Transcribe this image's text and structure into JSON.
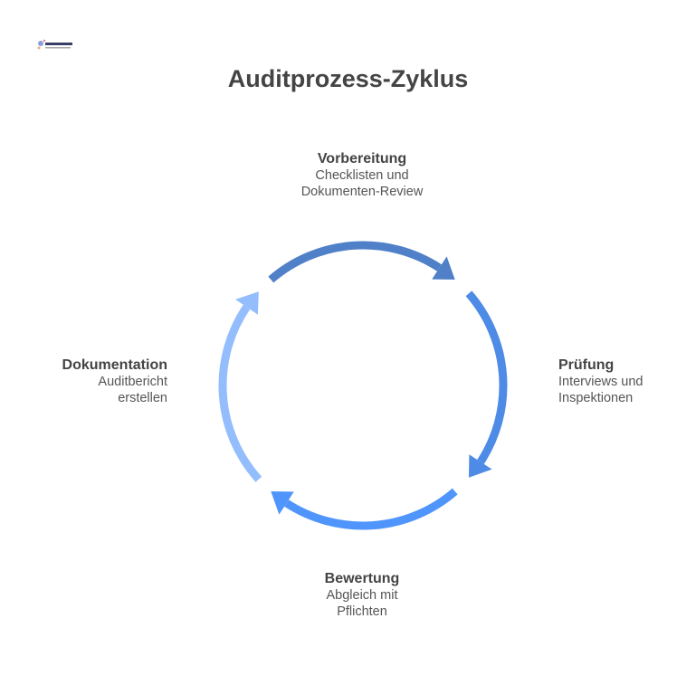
{
  "title": "Auditprozess-Zyklus",
  "steps": [
    {
      "title": "Vorbereitung",
      "line1": "Checklisten und",
      "line2": "Dokumenten-Review",
      "color": "#4f80c8"
    },
    {
      "title": "Prüfung",
      "line1": "Interviews und",
      "line2": "Inspektionen",
      "color": "#4e8be6"
    },
    {
      "title": "Bewertung",
      "line1": "Abgleich mit",
      "line2": "Pflichten",
      "color": "#4f95fb"
    },
    {
      "title": "Dokumentation",
      "line1": "Auditbericht",
      "line2": "erstellen",
      "color": "#93bdfc"
    }
  ]
}
